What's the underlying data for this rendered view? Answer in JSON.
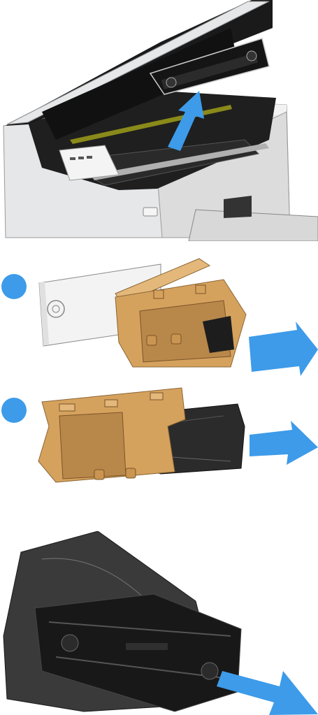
{
  "colors": {
    "arrow": "#3d9be9",
    "step_dot": "#3d9be9",
    "cardboard": "#d5a25e",
    "cardboard_dark": "#8a6534",
    "bag": "#2b2b2b",
    "printer_body": "#e6e7e8",
    "printer_dark": "#1f1f1f"
  },
  "illustrations": {
    "panel1": "printer-open-remove-drum-illustration",
    "panel2": "box-packaging-remove-illustration",
    "panel3": "cardboard-sleeve-remove-illustration",
    "panel4": "protective-bag-remove-illustration"
  },
  "steps": [
    {
      "id": "step-1"
    },
    {
      "id": "step-2"
    }
  ]
}
